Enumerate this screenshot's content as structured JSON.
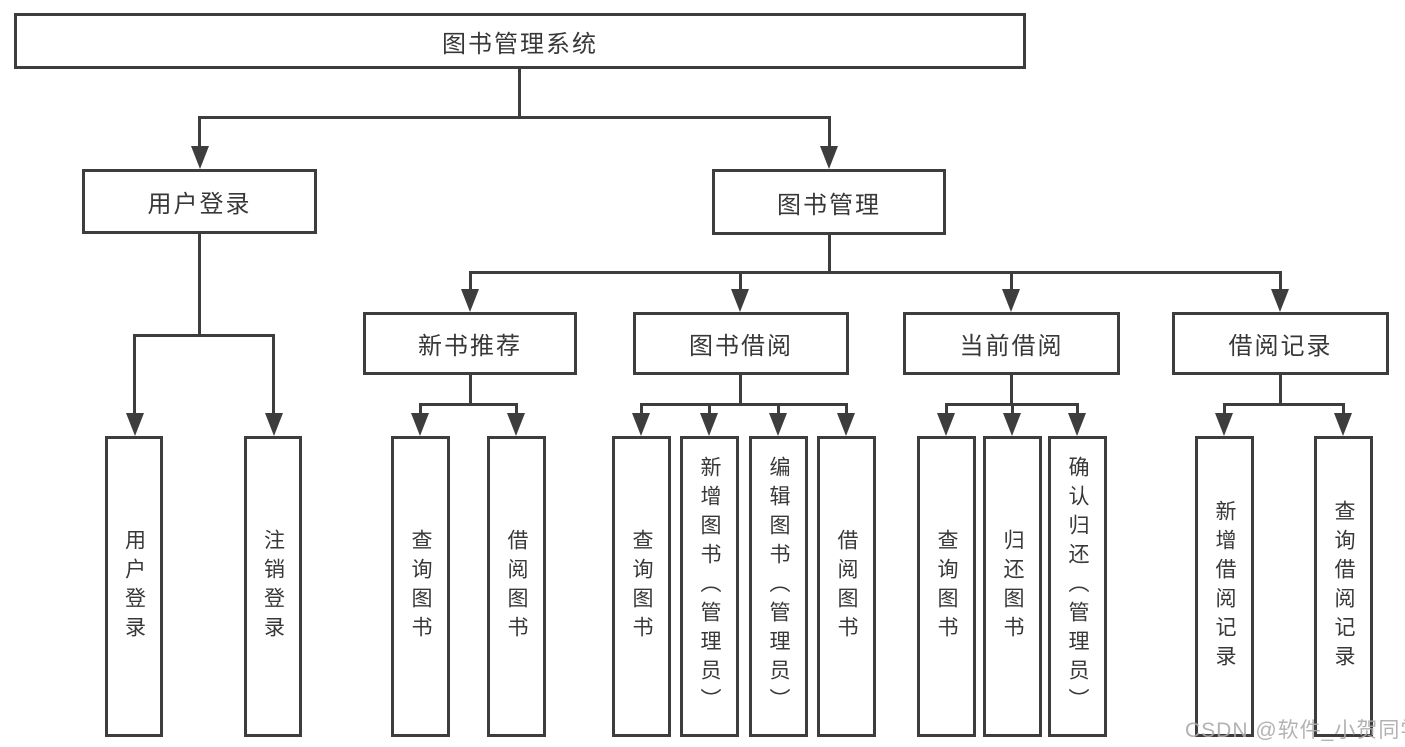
{
  "diagram": {
    "tree": {
      "root": {
        "label": "图书管理系统"
      },
      "user_login": {
        "label": "用户登录",
        "children": [
          {
            "label": "用户登录"
          },
          {
            "label": "注销登录"
          }
        ]
      },
      "book_management": {
        "label": "图书管理",
        "children": [
          {
            "label": "新书推荐",
            "children": [
              {
                "label": "查询图书"
              },
              {
                "label": "借阅图书"
              }
            ]
          },
          {
            "label": "图书借阅",
            "children": [
              {
                "label": "查询图书"
              },
              {
                "label": "新增图书（管理员）"
              },
              {
                "label": "编辑图书（管理员）"
              },
              {
                "label": "借阅图书"
              }
            ]
          },
          {
            "label": "当前借阅",
            "children": [
              {
                "label": "查询图书"
              },
              {
                "label": "归还图书"
              },
              {
                "label": "确认归还（管理员）"
              }
            ]
          },
          {
            "label": "借阅记录",
            "children": [
              {
                "label": "新增借阅记录"
              },
              {
                "label": "查询借阅记录"
              }
            ]
          }
        ]
      }
    }
  },
  "watermark": {
    "text": "CSDN @软件_小贺同学"
  },
  "colors": {
    "line": "#3d3d3d",
    "text": "#383838",
    "background": "#ffffff",
    "watermark": "#ababab"
  }
}
